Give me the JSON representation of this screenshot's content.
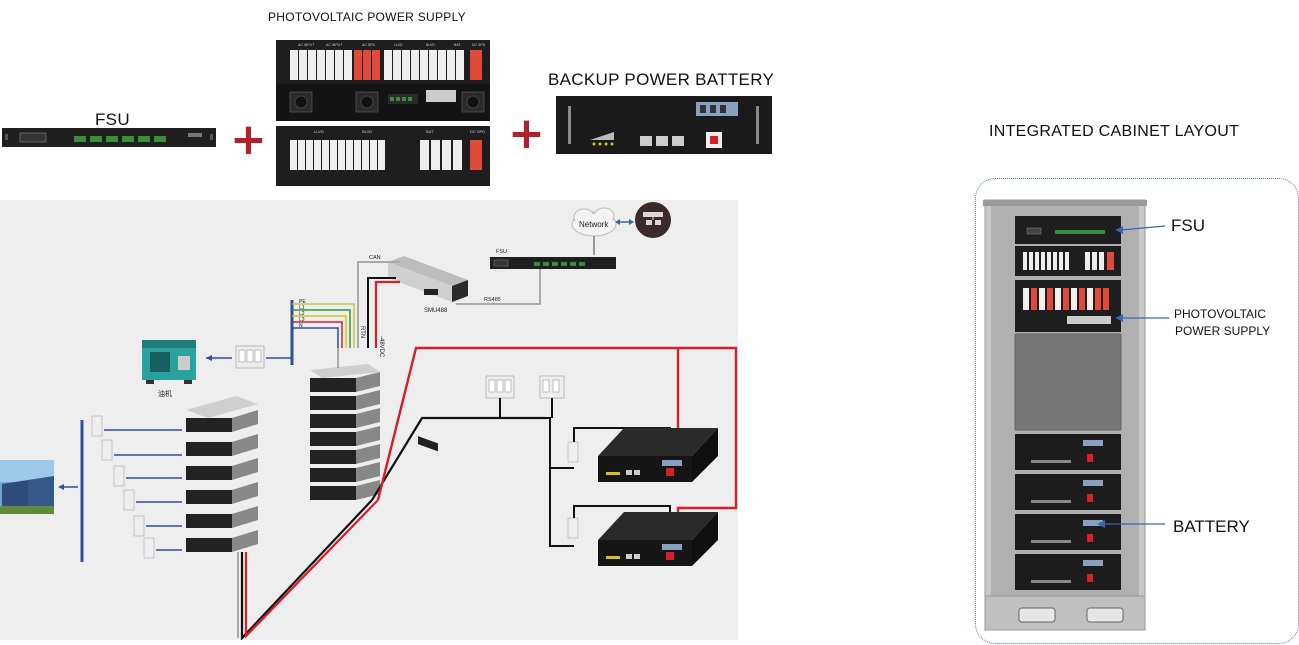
{
  "header": {
    "fsu_title": "FSU",
    "pv_title": "PHOTOVOLTAIC  POWER SUPPLY",
    "battery_title": "BACKUP POWER BATTERY",
    "plus_symbol": "+"
  },
  "pv_panel_top": {
    "sections": [
      "AC INPUT",
      "AC INPUT",
      "AC SPD",
      "LLVD",
      "BLVD",
      "BAT",
      "DC SPD"
    ]
  },
  "pv_panel_bottom": {
    "sections": [
      "LLVD",
      "BLVD",
      "BAT",
      "DC SPD"
    ]
  },
  "diagram": {
    "network_label": "Network",
    "fsu_label": "FSU",
    "smu_label": "SMU488",
    "rs485_label": "RS485",
    "can_label": "CAN",
    "rtn_label": "RTN",
    "dc_label": "-48VDC",
    "pe_label": "PE",
    "l1_label": "L1",
    "l2_label": "L2",
    "l3_label": "L3",
    "n_label": "N",
    "generator_label": "油机"
  },
  "cabinet": {
    "title": "INTEGRATED CABINET LAYOUT",
    "fsu_label": "FSU",
    "pv_label_line1": "PHOTOVOLTAIC",
    "pv_label_line2": "POWER SUPPLY",
    "battery_label": "BATTERY"
  },
  "colors": {
    "accent_red": "#d91f26",
    "plus_red": "#b3202a",
    "blue_line": "#2f4f9a",
    "arrow_blue": "#3a64b0",
    "rack_dark": "#1c1c1c",
    "breaker_red": "#e04a3a",
    "cable_green": "#2e9a3a",
    "cable_yellow": "#d6c21a"
  }
}
